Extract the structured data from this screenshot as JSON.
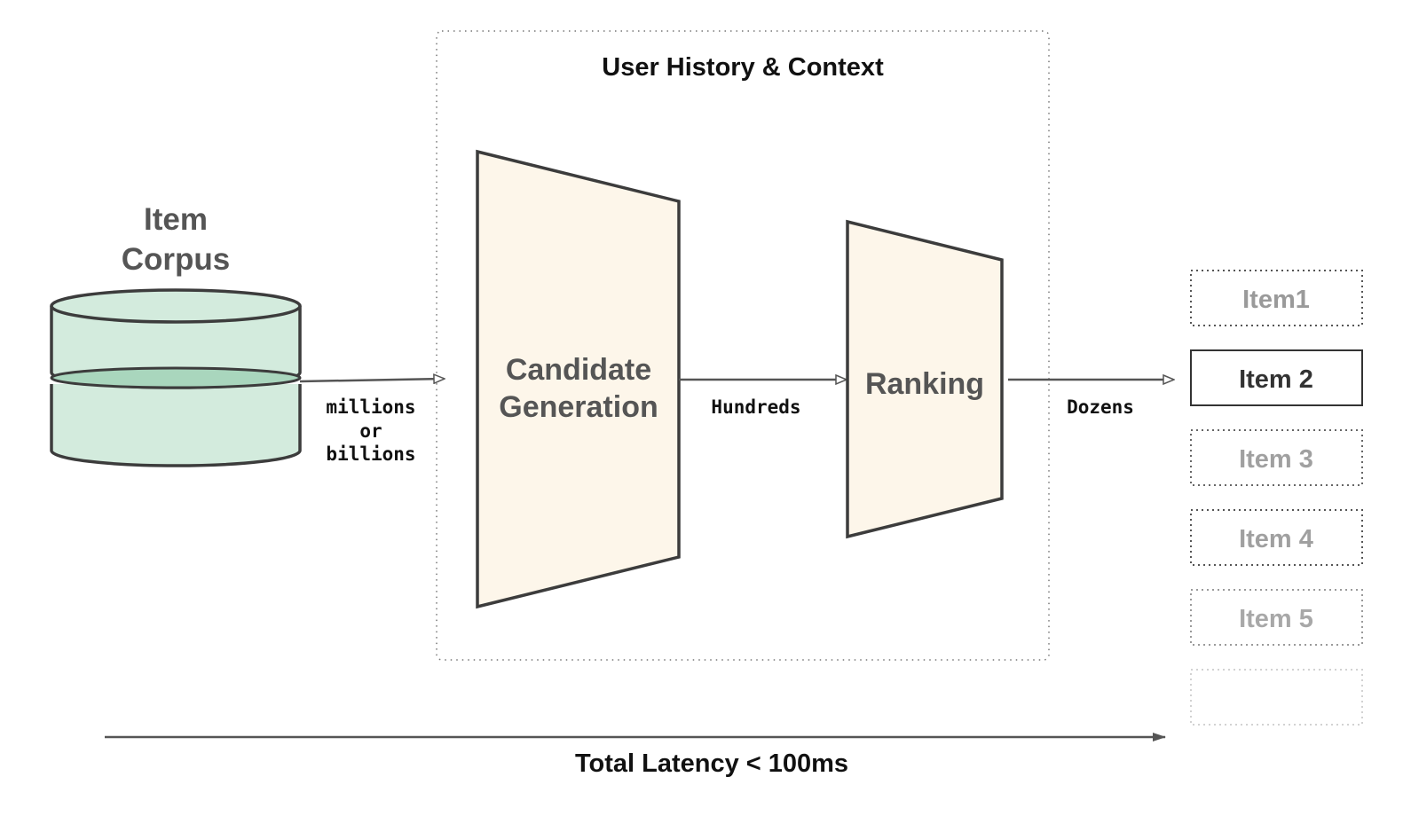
{
  "context_box": {
    "title": "User History & Context"
  },
  "corpus": {
    "label_line1": "Item",
    "label_line2": "Corpus"
  },
  "stages": {
    "candidate_generation": {
      "line1": "Candidate",
      "line2": "Generation"
    },
    "ranking": {
      "label": "Ranking"
    }
  },
  "flows": {
    "corpus_to_candidates": {
      "line1": "millions",
      "line2": "or",
      "line3": "billions"
    },
    "candidates_to_ranking": {
      "label": "Hundreds"
    },
    "ranking_to_results": {
      "label": "Dozens"
    }
  },
  "results": {
    "items": [
      "Item1",
      "Item 2",
      "Item 3",
      "Item 4",
      "Item 5",
      ""
    ]
  },
  "latency": {
    "label": "Total Latency < 100ms"
  },
  "colors": {
    "stroke": "#3c3c3c",
    "corpus_fill": "#d3ebdd",
    "corpus_inner": "#a9d6bd",
    "stage_fill": "#fdf6ea",
    "highlight_text": "#333333"
  }
}
